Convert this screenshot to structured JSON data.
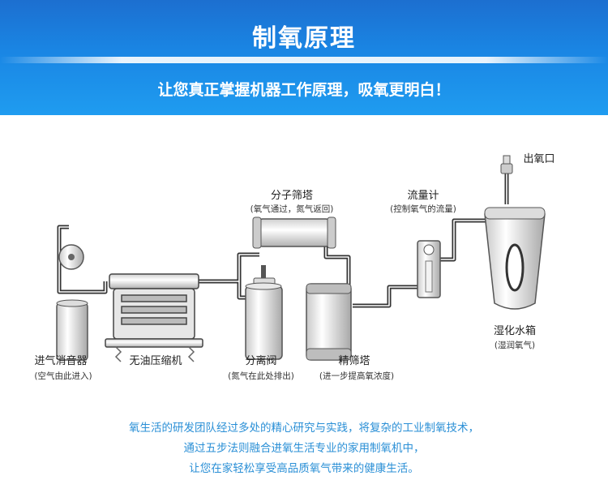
{
  "header": {
    "title": "制氧原理",
    "subtitle": "让您真正掌握机器工作原理，吸氧更明白！"
  },
  "components": {
    "intake_silencer": {
      "label": "进气消音器",
      "note": "(空气由此进入)"
    },
    "compressor": {
      "label": "无油压缩机"
    },
    "molecular_sieve": {
      "label": "分子筛塔",
      "note": "(氧气通过，氮气返回)"
    },
    "separation_valve": {
      "label": "分离阀",
      "note": "(氮气在此处排出)"
    },
    "refining_tower": {
      "label": "精筛塔",
      "note": "(进一步提高氧浓度)"
    },
    "flowmeter": {
      "label": "流量计",
      "note": "(控制氧气的流量)"
    },
    "humidifier": {
      "label": "湿化水箱",
      "note": "(湿润氧气)"
    },
    "oxygen_outlet": {
      "label": "出氧口"
    }
  },
  "description": [
    "氧生活的研发团队经过多处的精心研究与实践，将复杂的工业制氧技术，",
    "通过五步法则融合进氧生活专业的家用制氧机中，",
    "让您在家轻松享受高品质氧气带来的健康生活。"
  ],
  "colors": {
    "banner": "#1a86e4",
    "text_accent": "#2a8fd6",
    "pipe": "#333333"
  }
}
